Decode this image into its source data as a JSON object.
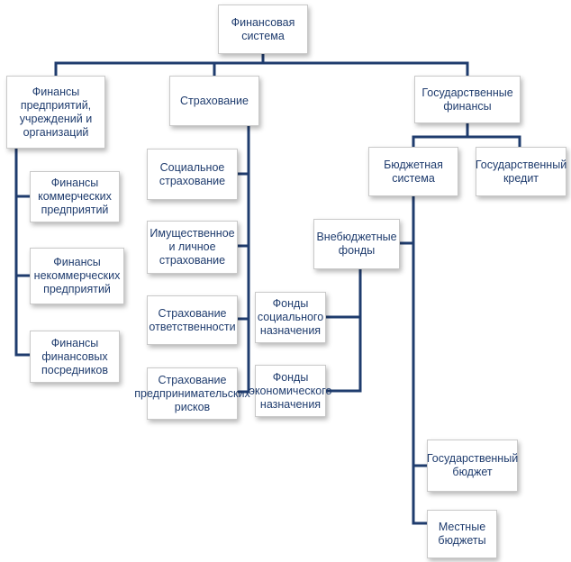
{
  "nodes": {
    "root": "Финансовая система",
    "enterprise": "Финансы предприятий, учреждений и организаций",
    "commercial": "Финансы коммерческих предприятий",
    "noncommercial": "Финансы некоммерческих предприятий",
    "intermediaries": "Финансы финансовых посредников",
    "insurance": "Страхование",
    "social_insurance": "Социальное страхование",
    "property_insurance": "Имущественное и личное страхование",
    "liability_insurance": "Страхование ответственности",
    "business_risk_insurance": "Страхование предпринимательских рисков",
    "state_finance": "Государственные финансы",
    "budget_system": "Бюджетная система",
    "state_credit": "Государственный кредит",
    "offbudget_funds": "Внебюджетные фонды",
    "social_funds": "Фонды социального назначения",
    "economic_funds": "Фонды экономического назначения",
    "state_budget": "Государственный бюджет",
    "local_budgets": "Местные бюджеты"
  },
  "colors": {
    "connector": "#1f3c6e",
    "text": "#1f3c6e",
    "border": "#c9c9c9"
  }
}
